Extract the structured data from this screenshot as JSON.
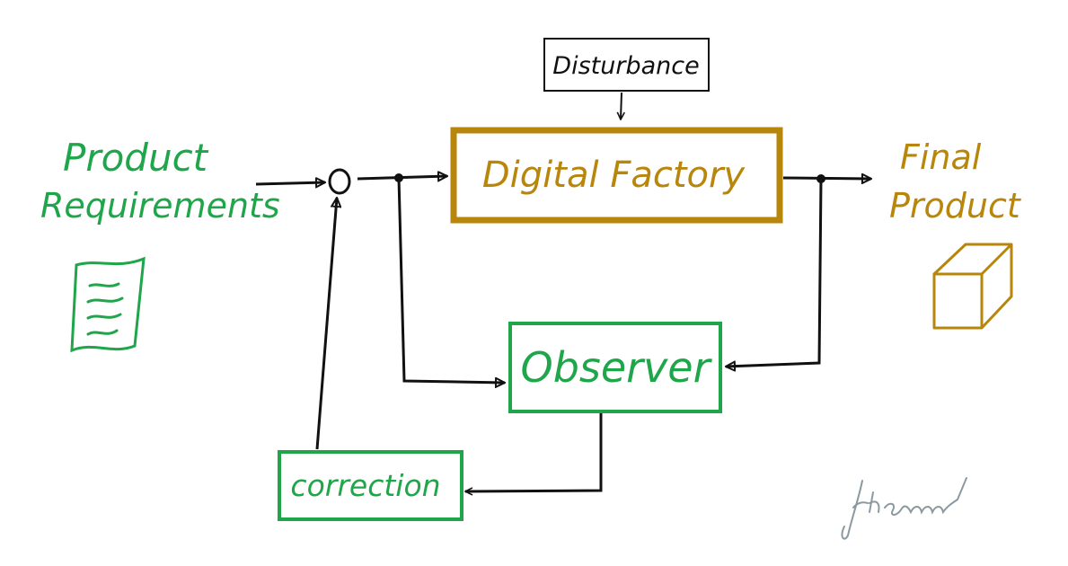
{
  "colors": {
    "green": "#1fa64a",
    "gold": "#b8860b",
    "black": "#111111",
    "signature": "#8a9aa0"
  },
  "labels": {
    "input_line1": "Product",
    "input_line2": "Requirements",
    "output_line1": "Final",
    "output_line2": "Product",
    "disturbance": "Disturbance",
    "factory": "Digital Factory",
    "observer": "Observer",
    "correction": "correction"
  },
  "icons": {
    "input": "document-icon",
    "output": "box-icon"
  },
  "signature": "J. Hammer"
}
